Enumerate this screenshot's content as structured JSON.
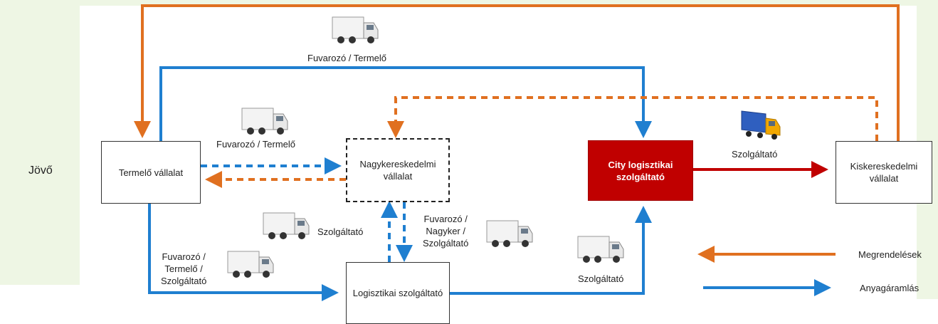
{
  "side_label": "Jövő",
  "nodes": {
    "termelo": "Termelő vállalat",
    "nagyker": "Nagykereskedelmi vállalat",
    "city": "City logisztikai szolgáltató",
    "kisker": "Kiskereskedelmi vállalat",
    "logisztikai": "Logisztikai szolgáltató"
  },
  "edge_labels": {
    "top": "Fuvarozó / Termelő",
    "termelo_nagyker": "Fuvarozó / Termelő",
    "city_kisker": "Szolgáltató",
    "szolg_left": "Szolgáltató",
    "fuv_nagyker_szolg": [
      "Fuvarozó /",
      "Nagyker /",
      "Szolgáltató"
    ],
    "fuv_termelo_szolg": [
      "Fuvarozó /",
      "Termelő /",
      "Szolgáltató"
    ],
    "szolg_city": "Szolgáltató"
  },
  "legend": {
    "orders": "Megrendelések",
    "material_flow": "Anyagáramlás"
  },
  "colors": {
    "orange": "#e07020",
    "blue": "#1f7fd0",
    "red": "#c00000"
  },
  "icons": [
    "truck-icon",
    "blue-truck-icon"
  ]
}
